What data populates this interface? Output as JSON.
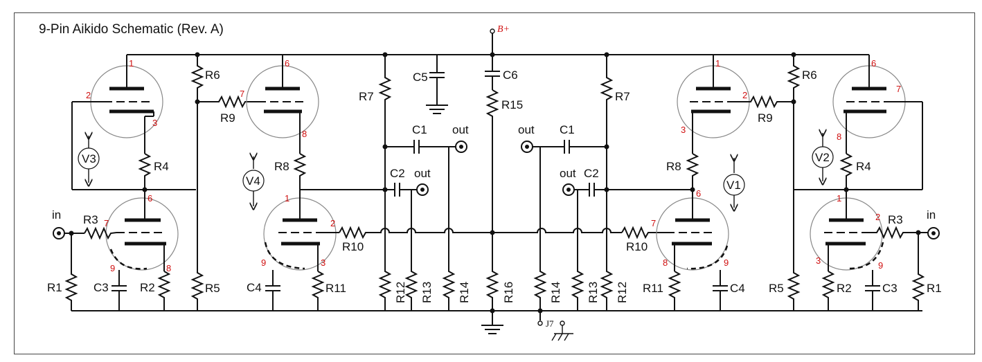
{
  "title": {
    "main": "9-Pin Aikido Schematic",
    "rev": "(Rev. A)"
  },
  "supply": {
    "bplus": "B+",
    "jack": "J7"
  },
  "labels": {
    "in": "in",
    "out": "out",
    "R1": "R1",
    "R2": "R2",
    "R3": "R3",
    "R4": "R4",
    "R5": "R5",
    "R6": "R6",
    "R7": "R7",
    "R8": "R8",
    "R9": "R9",
    "R10": "R10",
    "R11": "R11",
    "R12": "R12",
    "R13": "R13",
    "R14": "R14",
    "R15": "R15",
    "R16": "R16",
    "C1": "C1",
    "C2": "C2",
    "C3": "C3",
    "C4": "C4",
    "C5": "C5",
    "C6": "C6",
    "V1": "V1",
    "V2": "V2",
    "V3": "V3",
    "V4": "V4"
  },
  "pins": [
    "1",
    "2",
    "3",
    "6",
    "7",
    "8",
    "9"
  ]
}
